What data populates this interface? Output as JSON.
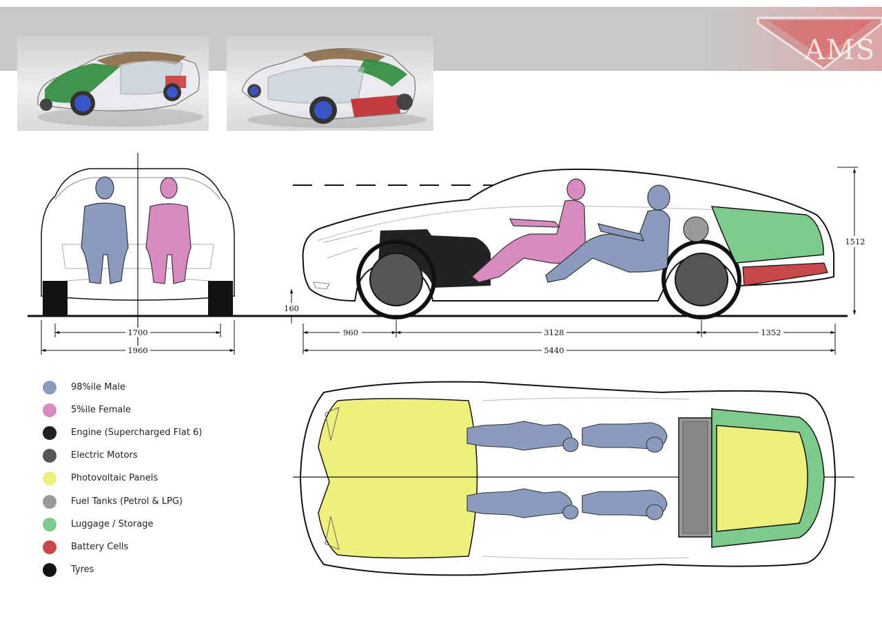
{
  "header": {
    "logo_text": "AMS"
  },
  "dimensions": {
    "track_inner": "1700",
    "width_overall": "1960",
    "ground_clearance": "160",
    "front_overhang": "960",
    "wheelbase": "3128",
    "rear_overhang": "1352",
    "length_overall": "5440",
    "height": "1512"
  },
  "colors": {
    "male": "#8a9bbd",
    "female": "#d98bbf",
    "engine": "#222222",
    "motors": "#555555",
    "pv": "#eef07e",
    "fuel": "#9a9a9a",
    "luggage": "#7ec98c",
    "battery": "#c8474a",
    "tyres": "#111111"
  },
  "legend": [
    {
      "label": "98%ile Male",
      "color": "#8a9bbd"
    },
    {
      "label": "5%ile Female",
      "color": "#d98bbf"
    },
    {
      "label": "Engine (Supercharged Flat 6)",
      "color": "#222222"
    },
    {
      "label": "Electric Motors",
      "color": "#555555"
    },
    {
      "label": "Photovoltaic Panels",
      "color": "#eef07e"
    },
    {
      "label": "Fuel Tanks (Petrol & LPG)",
      "color": "#9a9a9a"
    },
    {
      "label": "Luggage / Storage",
      "color": "#7ec98c"
    },
    {
      "label": "Battery Cells",
      "color": "#c8474a"
    },
    {
      "label": "Tyres",
      "color": "#111111"
    }
  ]
}
